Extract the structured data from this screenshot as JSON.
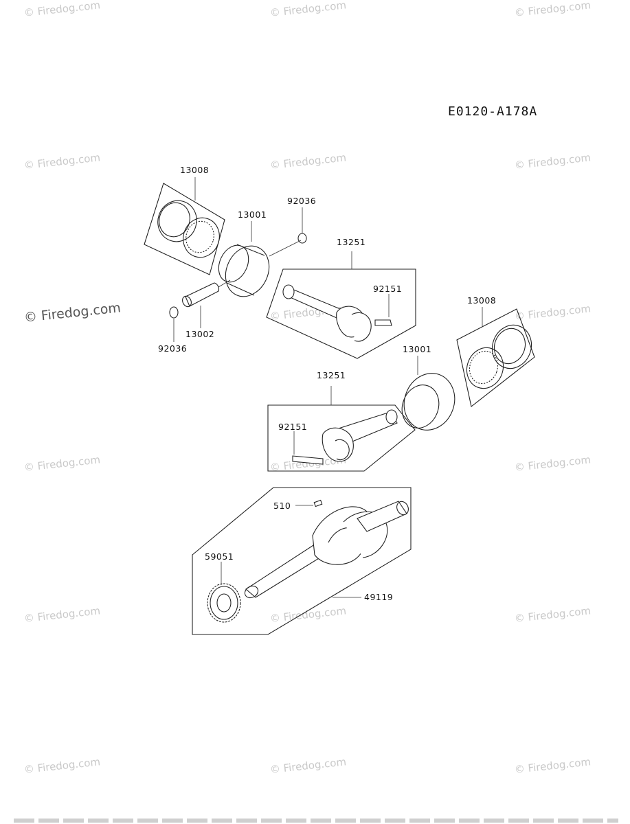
{
  "diagram_code": "E0120-A178A",
  "watermark_text": "© Firedog.com",
  "labels": {
    "ring_set_upper": "13008",
    "piston_upper": "13001",
    "clip_upper_right": "92036",
    "rod_upper": "13251",
    "bolt_upper": "92151",
    "pin_upper": "13002",
    "clip_upper_left": "92036",
    "ring_set_lower": "13008",
    "piston_lower": "13001",
    "rod_lower": "13251",
    "bolt_lower": "92151",
    "key": "510",
    "gear": "59051",
    "crankshaft": "49119"
  }
}
